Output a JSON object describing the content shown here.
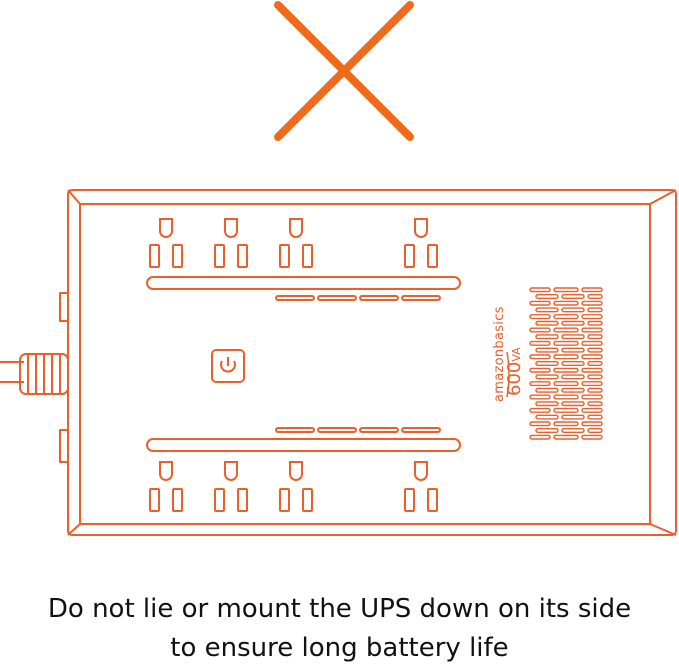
{
  "colors": {
    "stroke": "#e8612c",
    "x_mark": "#ef6a1a",
    "text": "#111111"
  },
  "icons": {
    "prohibited": "x-mark-icon",
    "power": "power-button-icon"
  },
  "device": {
    "brand": "amazonbasics",
    "rating_number": "600",
    "rating_unit": "VA"
  },
  "caption": {
    "line1": "Do not lie or mount the UPS down on its side",
    "line2": "to ensure long battery life"
  }
}
